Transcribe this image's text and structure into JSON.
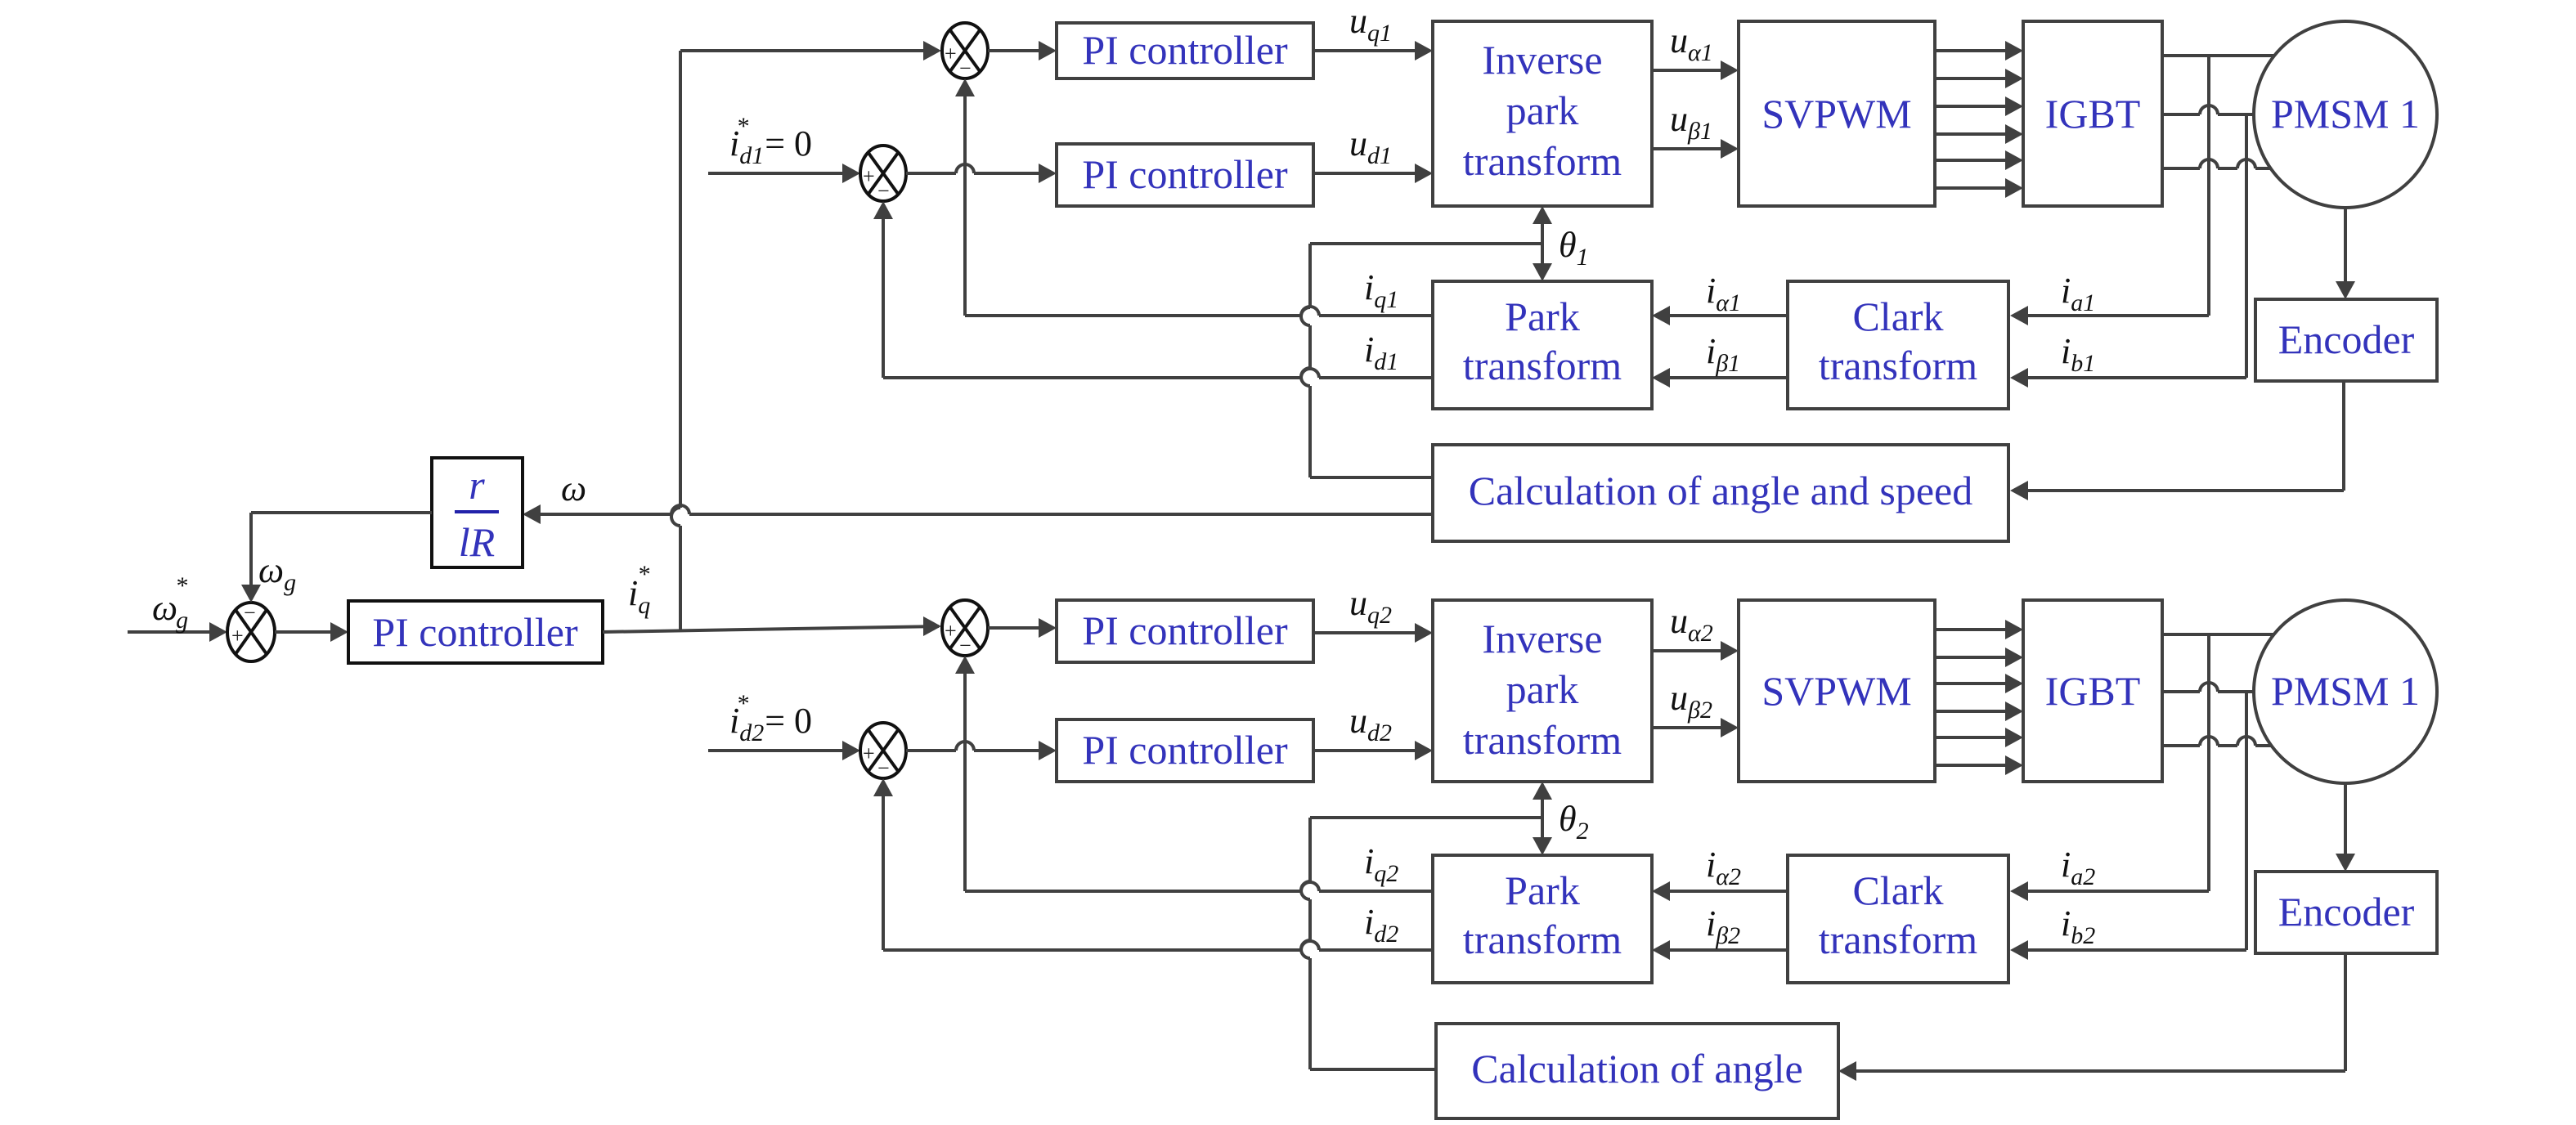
{
  "diagram": {
    "title": "Dual PMSM field-oriented control block diagram",
    "colors": {
      "block_text": "#3333bb",
      "line": "#404040",
      "signal_text": "#111111"
    },
    "common": {
      "speed_ref": {
        "main": "ω",
        "sub": "g",
        "sup": "*"
      },
      "speed_fb": {
        "main": "ω",
        "sub": "g"
      },
      "omega": "ω",
      "gain_block": {
        "numerator": "r",
        "denominator": "lR"
      },
      "speed_pi": "PI controller",
      "iq_ref": {
        "main": "i",
        "sub": "q",
        "sup": "*"
      }
    },
    "motors": [
      {
        "id_ref": {
          "main": "i",
          "sub": "d1",
          "sup": "*",
          "value": "= 0"
        },
        "pi_q": "PI controller",
        "pi_d": "PI controller",
        "uq": {
          "main": "u",
          "sub": "q1"
        },
        "ud": {
          "main": "u",
          "sub": "d1"
        },
        "inverse_park": [
          "Inverse",
          "park",
          "transform"
        ],
        "ualpha": {
          "main": "u",
          "sub": "α1"
        },
        "ubeta": {
          "main": "u",
          "sub": "β1"
        },
        "svpwm": "SVPWM",
        "igbt": "IGBT",
        "motor": "PMSM 1",
        "theta": {
          "main": "θ",
          "sub": "1"
        },
        "iq": {
          "main": "i",
          "sub": "q1"
        },
        "id": {
          "main": "i",
          "sub": "d1"
        },
        "park": [
          "Park",
          "transform"
        ],
        "ialpha": {
          "main": "i",
          "sub": "α1"
        },
        "ibeta": {
          "main": "i",
          "sub": "β1"
        },
        "clark": [
          "Clark",
          "transform"
        ],
        "ia": {
          "main": "i",
          "sub": "a1"
        },
        "ib": {
          "main": "i",
          "sub": "b1"
        },
        "encoder": "Encoder",
        "calc": "Calculation of angle and speed"
      },
      {
        "id_ref": {
          "main": "i",
          "sub": "d2",
          "sup": "*",
          "value": "= 0"
        },
        "pi_q": "PI controller",
        "pi_d": "PI controller",
        "uq": {
          "main": "u",
          "sub": "q2"
        },
        "ud": {
          "main": "u",
          "sub": "d2"
        },
        "inverse_park": [
          "Inverse",
          "park",
          "transform"
        ],
        "ualpha": {
          "main": "u",
          "sub": "α2"
        },
        "ubeta": {
          "main": "u",
          "sub": "β2"
        },
        "svpwm": "SVPWM",
        "igbt": "IGBT",
        "motor": "PMSM 1",
        "theta": {
          "main": "θ",
          "sub": "2"
        },
        "iq": {
          "main": "i",
          "sub": "q2"
        },
        "id": {
          "main": "i",
          "sub": "d2"
        },
        "park": [
          "Park",
          "transform"
        ],
        "ialpha": {
          "main": "i",
          "sub": "α2"
        },
        "ibeta": {
          "main": "i",
          "sub": "β2"
        },
        "clark": [
          "Clark",
          "transform"
        ],
        "ia": {
          "main": "i",
          "sub": "a2"
        },
        "ib": {
          "main": "i",
          "sub": "b2"
        },
        "encoder": "Encoder",
        "calc": "Calculation of angle"
      }
    ]
  }
}
